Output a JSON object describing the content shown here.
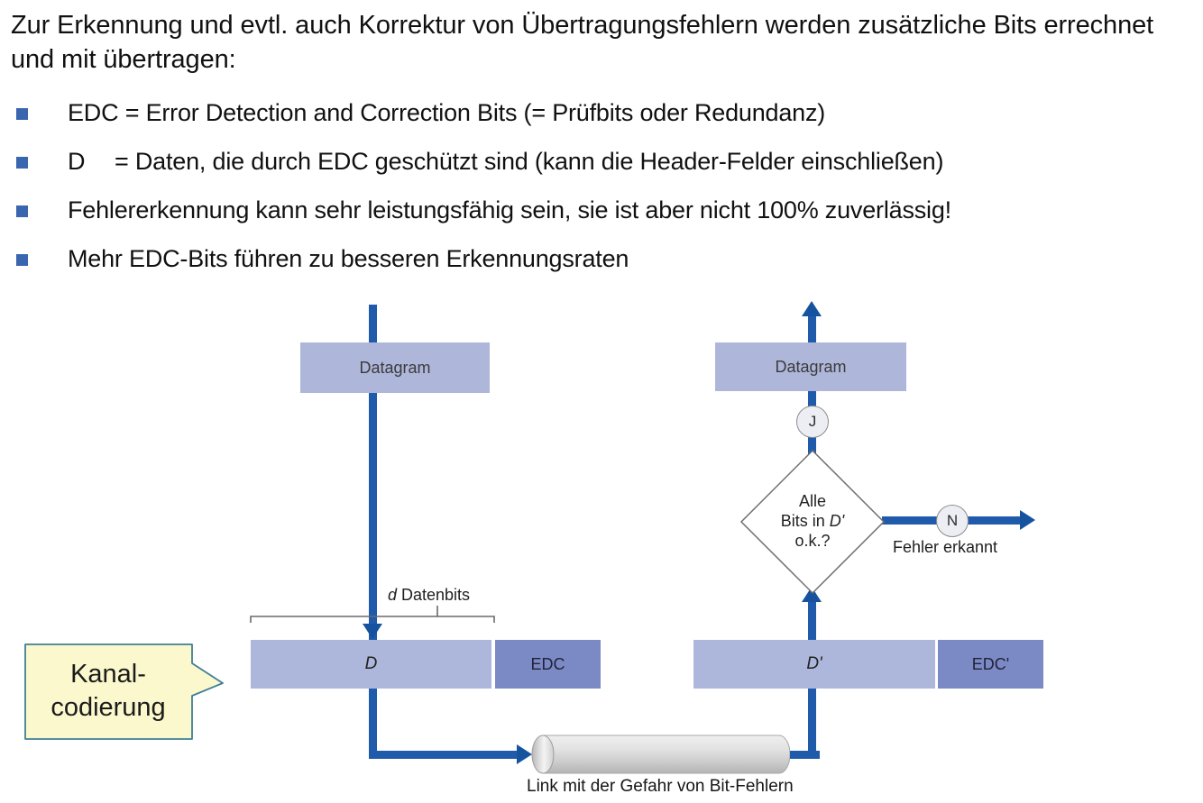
{
  "slide": {
    "intro": "Zur Erkennung und evtl. auch Korrektur von Übertragungsfehlern werden zusätzliche Bits errechnet und mit übertragen:",
    "bullets": [
      {
        "lead": "EDC",
        "rest": " = Error Detection and Correction Bits (= Prüfbits oder Redundanz)"
      },
      {
        "lead": "D",
        "rest": "= Daten, die durch EDC geschützt sind (kann die Header-Felder einschließen)"
      },
      {
        "lead": "",
        "rest": "Fehlererkennung kann sehr leistungsfähig sein, sie ist aber nicht 100% zuverlässig!"
      },
      {
        "lead": "",
        "rest": "Mehr EDC-Bits führen zu besseren Erkennungsraten"
      }
    ],
    "bullet_marker_color": "#3a66b0"
  },
  "diagram": {
    "sender": {
      "datagram_label": "Datagram",
      "data_box_label": "D",
      "edc_box_label": "EDC",
      "bracket_label_italic": "d",
      "bracket_label_rest": " Datenbits"
    },
    "receiver": {
      "datagram_label": "Datagram",
      "data_box_label": "D'",
      "edc_box_label": "EDC'",
      "decision_line1": "Alle",
      "decision_line2_a": "Bits in ",
      "decision_line2_b": "D'",
      "decision_line3": "o.k.?",
      "yes_label": "J",
      "no_label": "N",
      "error_label": "Fehler erkannt"
    },
    "callout": {
      "line1": "Kanal-",
      "line2": "codierung"
    },
    "link_label": "Link mit der Gefahr von Bit-Fehlern",
    "colors": {
      "datagram_fill": "#aeb7da",
      "data_fill": "#adb7db",
      "edc_fill": "#7b8ac4",
      "arrow": "#16539f",
      "callout_fill": "#fbf8cd",
      "callout_stroke": "#3f7f96",
      "cylinder_light": "#f2f2f2",
      "cylinder_dark": "#b9b9b9"
    }
  }
}
